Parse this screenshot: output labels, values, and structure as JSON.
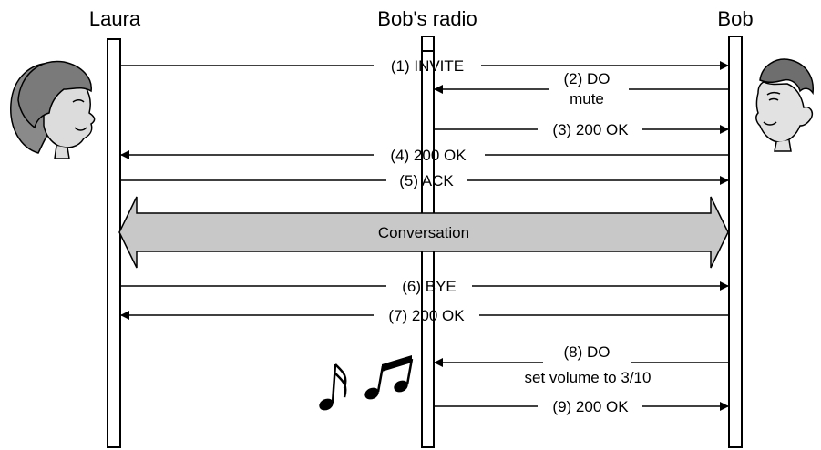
{
  "participants": {
    "laura": "Laura",
    "radio": "Bob's radio",
    "bob": "Bob"
  },
  "messages": {
    "m1": "(1) INVITE",
    "m2a": "(2) DO",
    "m2b": "mute",
    "m3": "(3) 200 OK",
    "m4": "(4) 200 OK",
    "m5": "(5) ACK",
    "m6": "(6) BYE",
    "m7": "(7) 200 OK",
    "m8a": "(8) DO",
    "m8b": "set volume to 3/10",
    "m9": "(9) 200 OK"
  },
  "conversation": "Conversation",
  "colors": {
    "line": "#000000",
    "band": "#c8c8c8",
    "background": "#ffffff"
  },
  "icons": [
    "laura-face-icon",
    "bob-face-icon",
    "music-notes-icon"
  ]
}
